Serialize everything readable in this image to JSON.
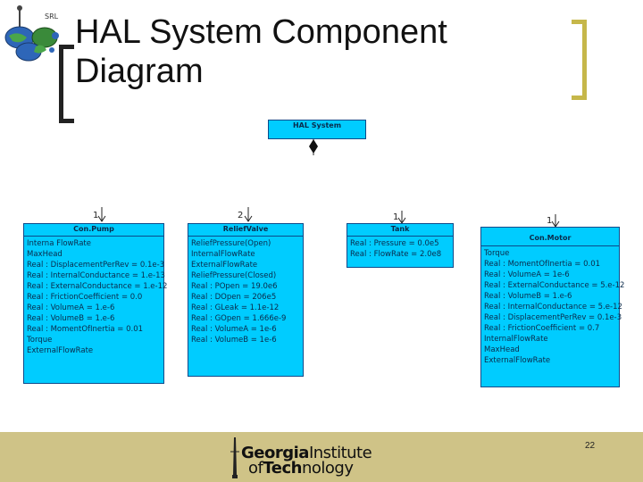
{
  "logo": {
    "text": "SRL",
    "icon": "globe-network-icon"
  },
  "slide": {
    "title": "HAL System Component Diagram",
    "page_number": "22"
  },
  "colors": {
    "class_fill": "#00ccff",
    "class_border": "#0a4a8a",
    "bracket": "#c6b74a",
    "footer": "#cfc387"
  },
  "diagram": {
    "root": {
      "name": "HAL System"
    },
    "classes": [
      {
        "name": "Con.Pump",
        "multiplicity": "1",
        "attributes": [
          "Interna FlowRate",
          "MaxHead",
          "Real : DisplacementPerRev = 0.1e-3",
          "Real : InternalConductance = 1.e-13",
          "Real : ExternalConductance = 1.e-12",
          "Real : FrictionCoefficient = 0.0",
          "Real : VolumeA = 1.e-6",
          "Real : VolumeB = 1.e-6",
          "Real : MomentOfInertia = 0.01",
          "Torque",
          "ExternalFlowRate"
        ]
      },
      {
        "name": "ReliefValve",
        "multiplicity": "2",
        "attributes": [
          "ReliefPressure(Open)",
          "InternalFlowRate",
          "ExternalFlowRate",
          "ReliefPressure(Closed)",
          "Real : POpen = 19.0e6",
          "Real : DOpen = 206e5",
          "Real : GLeak = 1.1e-12",
          "Real : GOpen = 1.666e-9",
          "Real : VolumeA = 1e-6",
          "Real : VolumeB = 1e-6"
        ]
      },
      {
        "name": "Tank",
        "multiplicity": "1",
        "attributes": [
          "Real : Pressure = 0.0e5",
          "Real : FlowRate = 2.0e8"
        ]
      },
      {
        "name": "Con.Motor",
        "multiplicity": "1",
        "attributes": [
          "Torque",
          "Real : MomentOfInertia = 0.01",
          "Real : VolumeA = 1e-6",
          "Real : ExternalConductance = 5.e-12",
          "Real : VolumeB = 1.e-6",
          "Real : InternalConductance = 5.e-12",
          "Real : DisplacementPerRev = 0.1e-3",
          "Real : FrictionCoefficient = 0.7",
          "InternalFlowRate",
          "MaxHead",
          "ExternalFlowRate"
        ]
      }
    ]
  },
  "footer": {
    "institution_line1_bold": "Georgia",
    "institution_line1_rest": "Institute",
    "institution_line2_prefix": "of",
    "institution_line2_bold": "Tech",
    "institution_line2_rest": "nology"
  }
}
